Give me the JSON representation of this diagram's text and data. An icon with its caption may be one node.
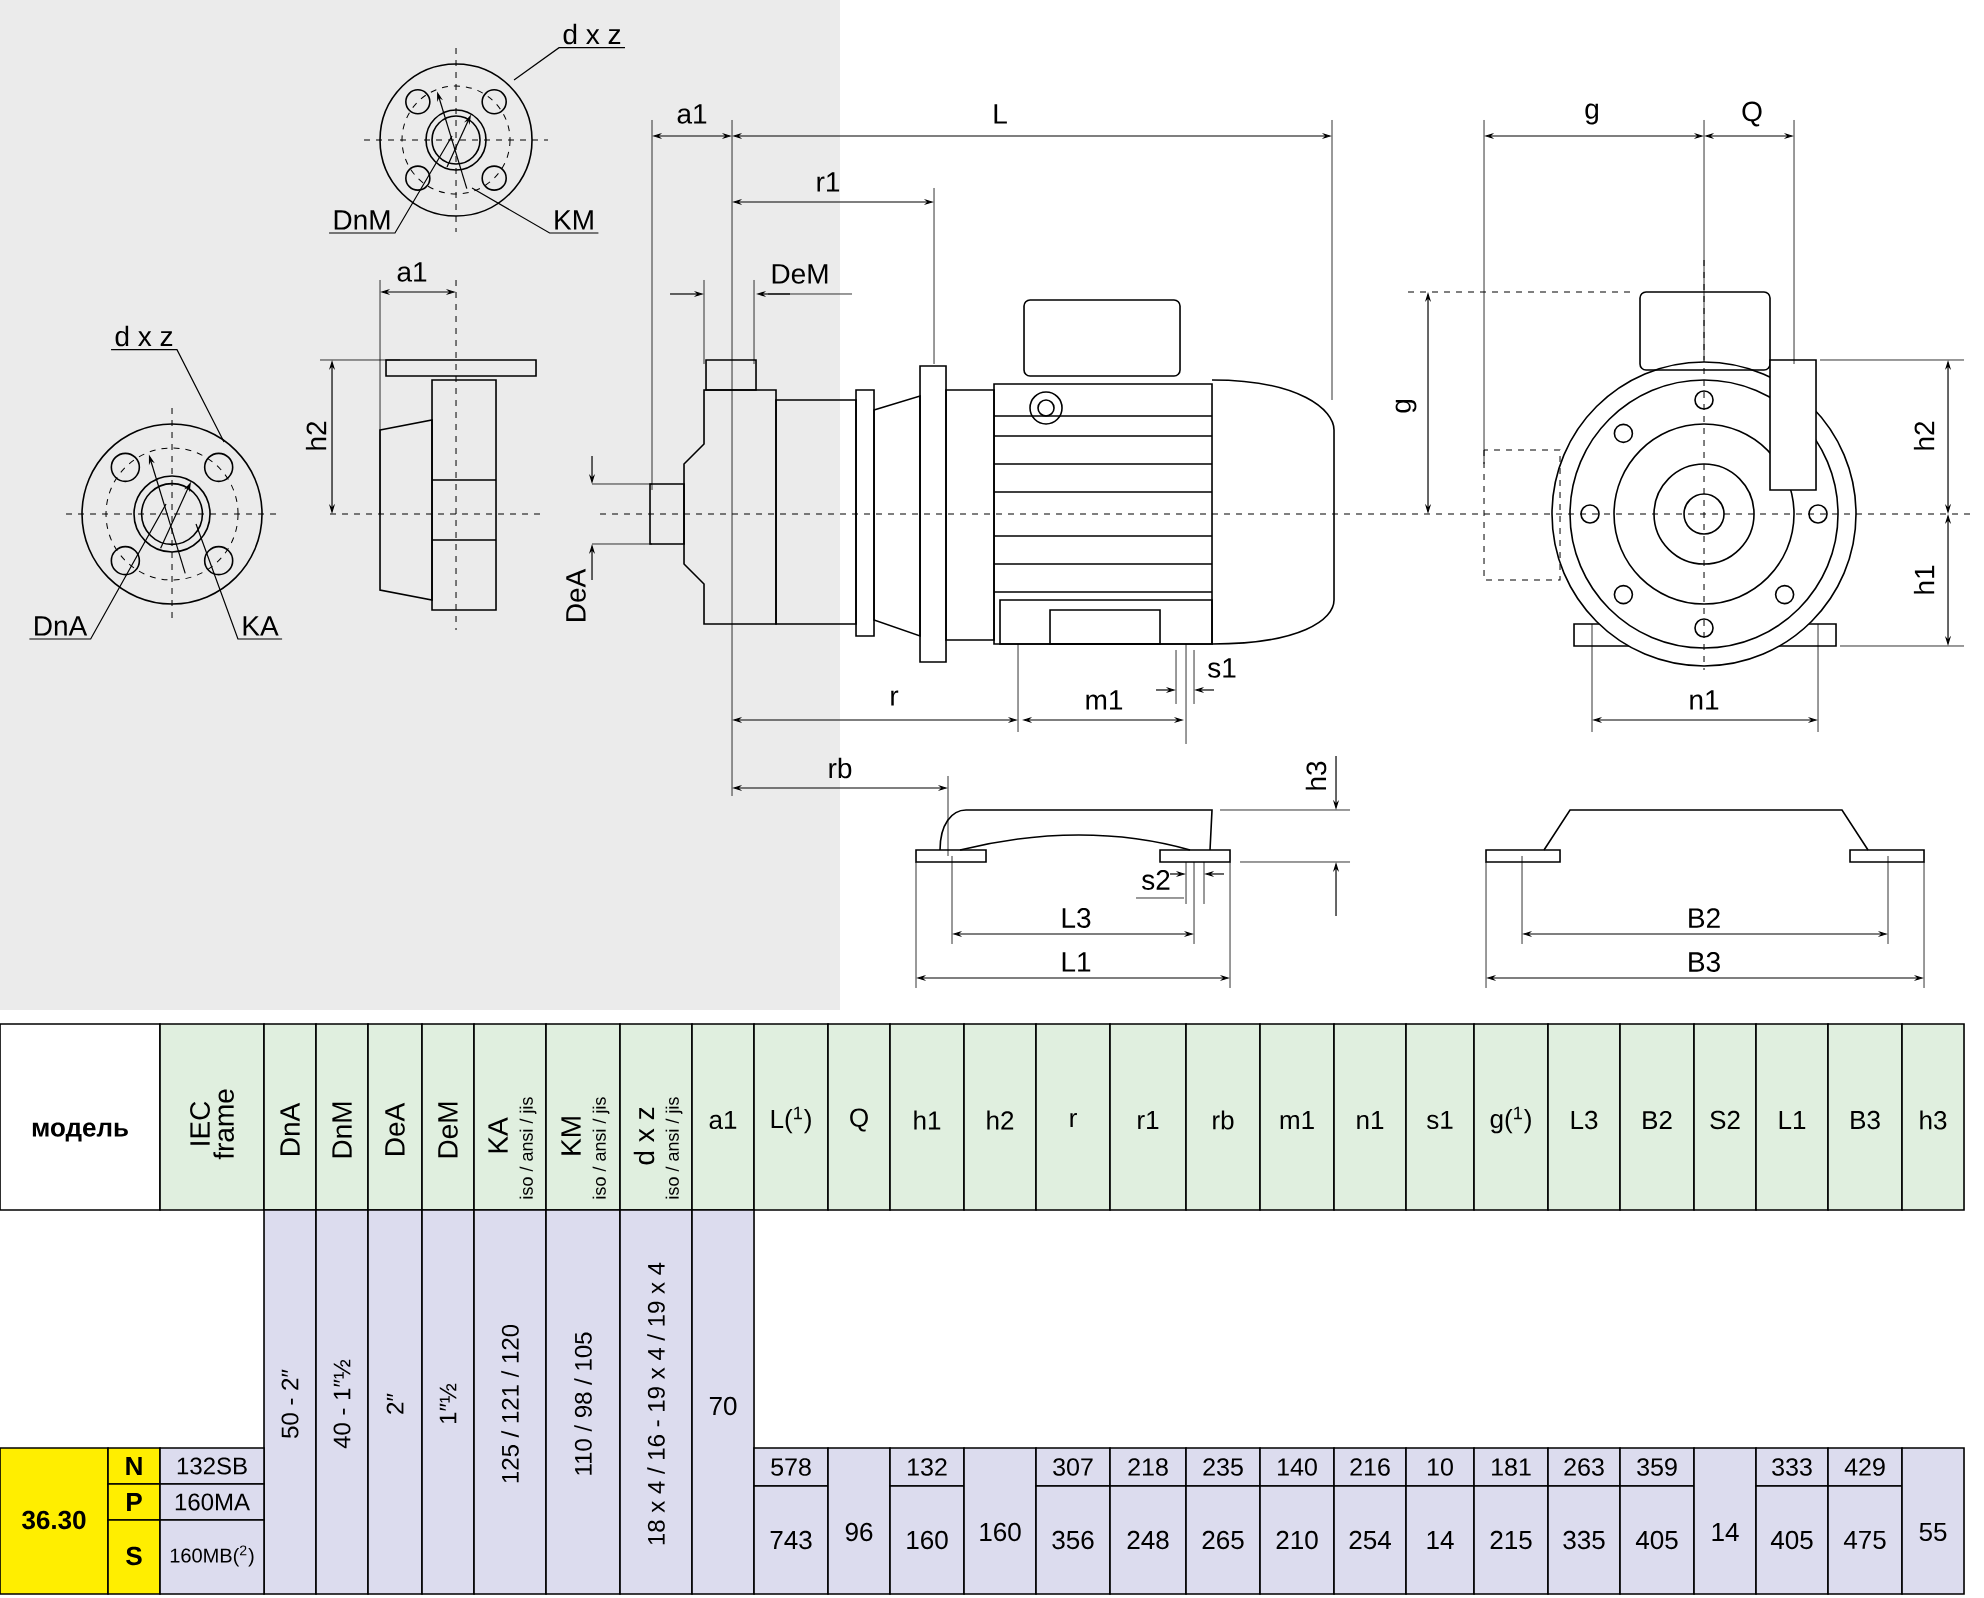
{
  "diagram": {
    "nodes": [
      {
        "text": [
          "d x z"
        ]
      },
      {
        "text": [
          "DnM"
        ]
      },
      {
        "text": [
          "KM"
        ]
      },
      {
        "text": [
          "d x z"
        ]
      },
      {
        "text": [
          "DnA"
        ]
      },
      {
        "text": [
          "KA"
        ]
      }
    ],
    "edges": [
      {
        "from": 0,
        "to": null,
        "arrow": "none"
      },
      {
        "from": 1,
        "to": null,
        "arrow": "none"
      },
      {
        "from": 2,
        "to": null,
        "arrow": "none"
      },
      {
        "from": 3,
        "to": null,
        "arrow": "none"
      },
      {
        "from": 4,
        "to": null,
        "arrow": "none"
      },
      {
        "from": 5,
        "to": null,
        "arrow": "none"
      }
    ],
    "labels": [
      "a1",
      "L",
      "r1",
      "a1",
      "DeM",
      "h2",
      "DeA",
      "g",
      "Q",
      "g",
      "h2",
      "h1",
      "r",
      "m1",
      "s1",
      "n1",
      "rb",
      "h3",
      "s2",
      "L3",
      "B2",
      "L1",
      "B3",
      "модель",
      "IEC frame",
      "DnA",
      "DnM",
      "DeA",
      "DeM",
      "KA",
      "iso / ansi / jis",
      "KM",
      "iso / ansi / jis",
      "d x z",
      "iso / ansi / jis",
      "a1",
      "L($^{1}$)",
      "Q",
      "h1",
      "h2",
      "r",
      "r1",
      "rb",
      "m1",
      "n1",
      "s1",
      "g($^{1}$)",
      "L3",
      "B2",
      "S2",
      "L1",
      "B3",
      "h3",
      "50 - 2″",
      "40 - 1″½",
      "2″",
      "1″½",
      "125 / 121 / 120",
      "110 / 98 / 105",
      "18 x 4 / 16 - 19 x 4 / 19 x 4",
      "70",
      "36.30",
      "N",
      "132SB",
      "578",
      "96",
      "132",
      "160",
      "307",
      "218",
      "235",
      "140",
      "216",
      "10",
      "181",
      "263",
      "359",
      "14",
      "333",
      "429",
      "55",
      "P",
      "160MA",
      "743",
      "160",
      "356",
      "248",
      "265",
      "210",
      "254",
      "14",
      "215",
      "335",
      "405",
      "405",
      "475",
      "S",
      "160MB($^{2}$)"
    ]
  }
}
